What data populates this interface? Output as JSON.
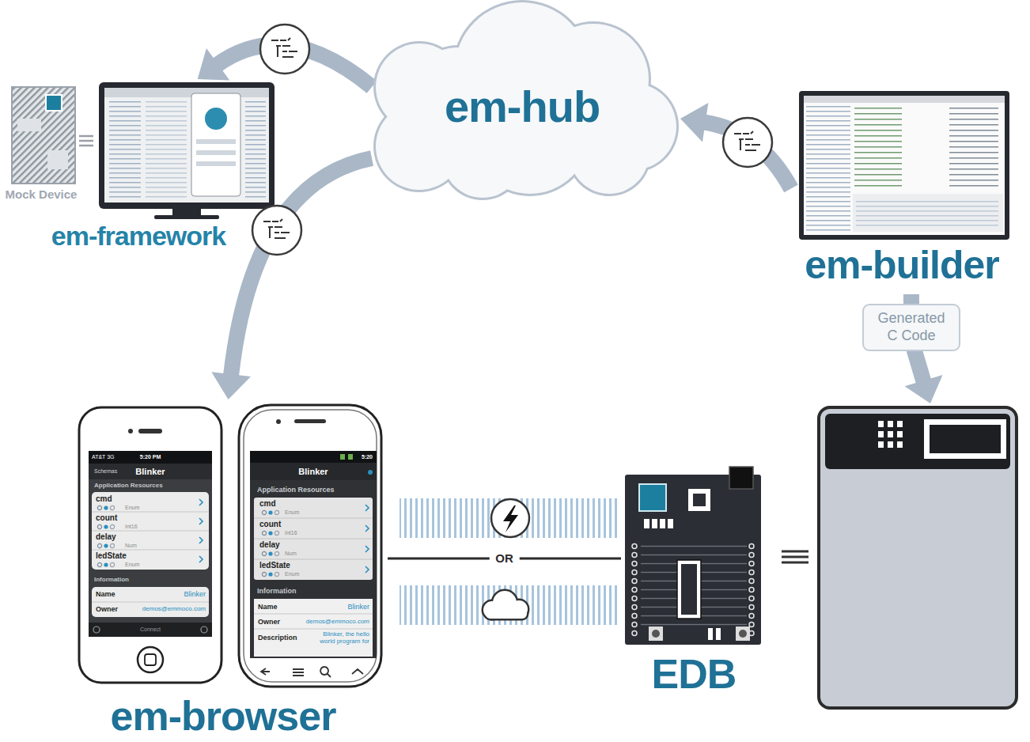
{
  "diagram": {
    "nodes": [
      {
        "text": [
          "em-hub"
        ]
      },
      {
        "text": [
          "em-framework"
        ]
      },
      {
        "text": [
          "em-builder"
        ]
      },
      {
        "text": [
          "Generated C Code"
        ]
      },
      {
        "text": [
          "em-browser"
        ]
      },
      {
        "text": [
          "EDB"
        ]
      }
    ],
    "edges": [
      {
        "from": 2,
        "to": 0,
        "arrow": "to"
      },
      {
        "from": 0,
        "to": 1,
        "arrow": "to"
      },
      {
        "from": 0,
        "to": 4,
        "arrow": "to"
      },
      {
        "from": 4,
        "to": 5,
        "label": "OR",
        "arrow": "none"
      },
      {
        "from": 2,
        "to": 3,
        "arrow": "none"
      }
    ],
    "labels": [
      "Mock Device",
      "AT&T 3G",
      "5:20 PM",
      "Schemas",
      "Blinker",
      "Application Resources",
      "cmd",
      "Enum",
      "count",
      "Int16",
      "delay",
      "Num",
      "ledState",
      "Enum",
      "Information",
      "Name",
      "Blinker",
      "Owner",
      "demos@emmoco.com",
      "Connect",
      "5:20",
      "Blinker",
      "Application Resources",
      "cmd",
      "Enum",
      "count",
      "Int16",
      "delay",
      "Num",
      "ledState",
      "Enum",
      "Information",
      "Name",
      "Blinker",
      "Owner",
      "demos@emmoco.com",
      "Description",
      "Blinker, the hello world program for"
    ]
  }
}
